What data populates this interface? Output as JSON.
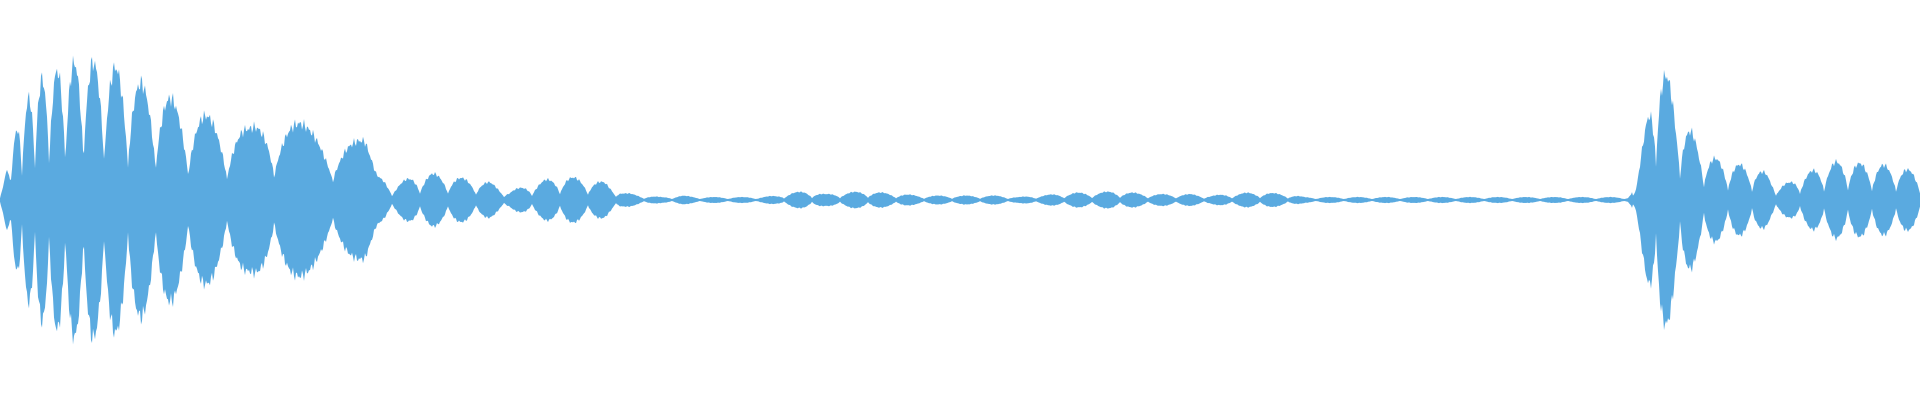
{
  "waveform": {
    "color": "#5aaae0",
    "background": "#ffffff",
    "note": "",
    "envelope": [
      [
        0.0,
        0.05
      ],
      [
        0.002,
        0.12
      ],
      [
        0.005,
        0.3
      ],
      [
        0.008,
        0.45
      ],
      [
        0.012,
        0.62
      ],
      [
        0.016,
        0.72
      ],
      [
        0.02,
        0.8
      ],
      [
        0.025,
        0.85
      ],
      [
        0.03,
        0.88
      ],
      [
        0.036,
        0.92
      ],
      [
        0.044,
        0.95
      ],
      [
        0.05,
        0.93
      ],
      [
        0.056,
        0.92
      ],
      [
        0.064,
        0.88
      ],
      [
        0.072,
        0.8
      ],
      [
        0.08,
        0.76
      ],
      [
        0.09,
        0.68
      ],
      [
        0.1,
        0.6
      ],
      [
        0.11,
        0.56
      ],
      [
        0.12,
        0.52
      ],
      [
        0.13,
        0.48
      ],
      [
        0.14,
        0.6
      ],
      [
        0.15,
        0.55
      ],
      [
        0.16,
        0.5
      ],
      [
        0.17,
        0.48
      ],
      [
        0.18,
        0.46
      ],
      [
        0.19,
        0.4
      ],
      [
        0.196,
        0.18
      ],
      [
        0.205,
        0.1
      ],
      [
        0.215,
        0.16
      ],
      [
        0.225,
        0.18
      ],
      [
        0.235,
        0.16
      ],
      [
        0.245,
        0.14
      ],
      [
        0.255,
        0.12
      ],
      [
        0.265,
        0.06
      ],
      [
        0.275,
        0.1
      ],
      [
        0.285,
        0.14
      ],
      [
        0.295,
        0.16
      ],
      [
        0.305,
        0.14
      ],
      [
        0.315,
        0.12
      ],
      [
        0.325,
        0.05
      ],
      [
        0.335,
        0.03
      ],
      [
        0.345,
        0.02
      ],
      [
        0.355,
        0.03
      ],
      [
        0.365,
        0.02
      ],
      [
        0.375,
        0.02
      ],
      [
        0.385,
        0.02
      ],
      [
        0.395,
        0.02
      ],
      [
        0.405,
        0.03
      ],
      [
        0.412,
        0.05
      ],
      [
        0.42,
        0.06
      ],
      [
        0.43,
        0.04
      ],
      [
        0.44,
        0.05
      ],
      [
        0.45,
        0.06
      ],
      [
        0.46,
        0.05
      ],
      [
        0.47,
        0.04
      ],
      [
        0.48,
        0.03
      ],
      [
        0.49,
        0.03
      ],
      [
        0.5,
        0.03
      ],
      [
        0.51,
        0.03
      ],
      [
        0.52,
        0.03
      ],
      [
        0.53,
        0.02
      ],
      [
        0.54,
        0.03
      ],
      [
        0.55,
        0.04
      ],
      [
        0.56,
        0.05
      ],
      [
        0.57,
        0.05
      ],
      [
        0.58,
        0.06
      ],
      [
        0.59,
        0.05
      ],
      [
        0.6,
        0.04
      ],
      [
        0.61,
        0.04
      ],
      [
        0.62,
        0.04
      ],
      [
        0.63,
        0.03
      ],
      [
        0.64,
        0.04
      ],
      [
        0.65,
        0.05
      ],
      [
        0.66,
        0.05
      ],
      [
        0.67,
        0.04
      ],
      [
        0.68,
        0.02
      ],
      [
        0.69,
        0.02
      ],
      [
        0.7,
        0.02
      ],
      [
        0.71,
        0.02
      ],
      [
        0.72,
        0.02
      ],
      [
        0.73,
        0.02
      ],
      [
        0.74,
        0.02
      ],
      [
        0.75,
        0.02
      ],
      [
        0.76,
        0.02
      ],
      [
        0.77,
        0.02
      ],
      [
        0.78,
        0.02
      ],
      [
        0.79,
        0.02
      ],
      [
        0.8,
        0.02
      ],
      [
        0.81,
        0.02
      ],
      [
        0.82,
        0.02
      ],
      [
        0.83,
        0.02
      ],
      [
        0.84,
        0.02
      ],
      [
        0.848,
        0.02
      ],
      [
        0.852,
        0.1
      ],
      [
        0.856,
        0.4
      ],
      [
        0.86,
        0.75
      ],
      [
        0.864,
        1.0
      ],
      [
        0.868,
        0.85
      ],
      [
        0.872,
        0.7
      ],
      [
        0.876,
        0.55
      ],
      [
        0.88,
        0.48
      ],
      [
        0.885,
        0.38
      ],
      [
        0.89,
        0.3
      ],
      [
        0.898,
        0.26
      ],
      [
        0.906,
        0.24
      ],
      [
        0.914,
        0.22
      ],
      [
        0.92,
        0.18
      ],
      [
        0.926,
        0.1
      ],
      [
        0.932,
        0.12
      ],
      [
        0.94,
        0.18
      ],
      [
        0.948,
        0.22
      ],
      [
        0.956,
        0.26
      ],
      [
        0.964,
        0.26
      ],
      [
        0.972,
        0.24
      ],
      [
        0.98,
        0.24
      ],
      [
        0.988,
        0.22
      ],
      [
        0.996,
        0.2
      ],
      [
        1.0,
        0.18
      ]
    ]
  }
}
